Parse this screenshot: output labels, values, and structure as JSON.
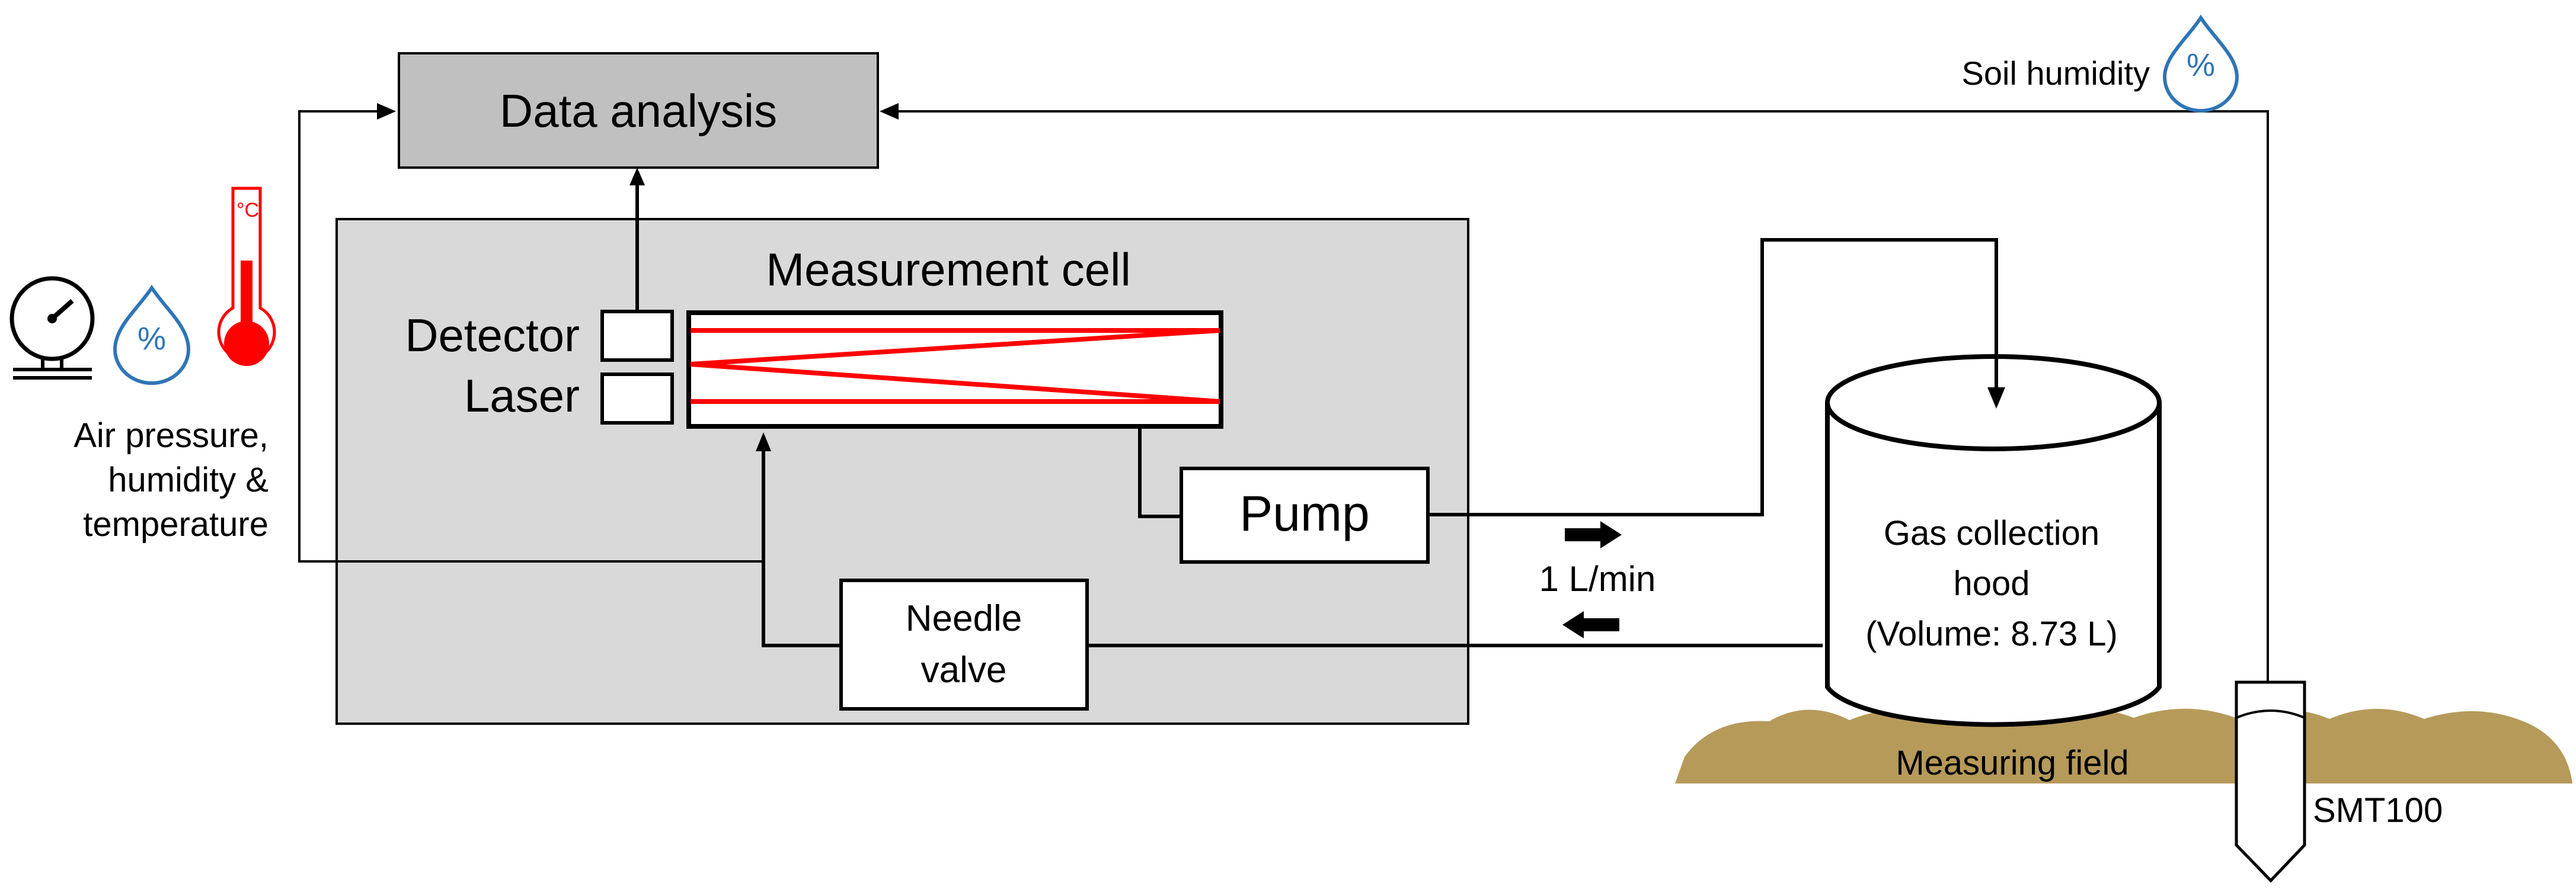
{
  "labels": {
    "data_analysis": "Data analysis",
    "measurement_cell": "Measurement cell",
    "detector": "Detector",
    "laser": "Laser",
    "pump": "Pump",
    "needle_valve_line1": "Needle",
    "needle_valve_line2": "valve",
    "flow_rate": "1 L/min",
    "hood_line1": "Gas collection",
    "hood_line2": "hood",
    "hood_line3": "(Volume: 8.73 L)",
    "measuring_field": "Measuring field",
    "sensor": "SMT100",
    "soil_humidity": "Soil humidity",
    "air_line1": "Air pressure,",
    "air_line2": "humidity &",
    "air_line3": "temperature",
    "percent_symbol": "%",
    "celsius_symbol": "°C"
  },
  "icons": {
    "air": [
      "barometer-icon",
      "humidity-drop-icon",
      "thermometer-icon"
    ],
    "soil": "humidity-drop-icon"
  },
  "colors": {
    "box_fill": "#c0c0c0",
    "enclosure_fill": "#d9d9d9",
    "laser_beam": "#ff0000",
    "drop_stroke": "#2e75b6",
    "soil": "#b69a5a",
    "thermometer": "#ff0000"
  }
}
